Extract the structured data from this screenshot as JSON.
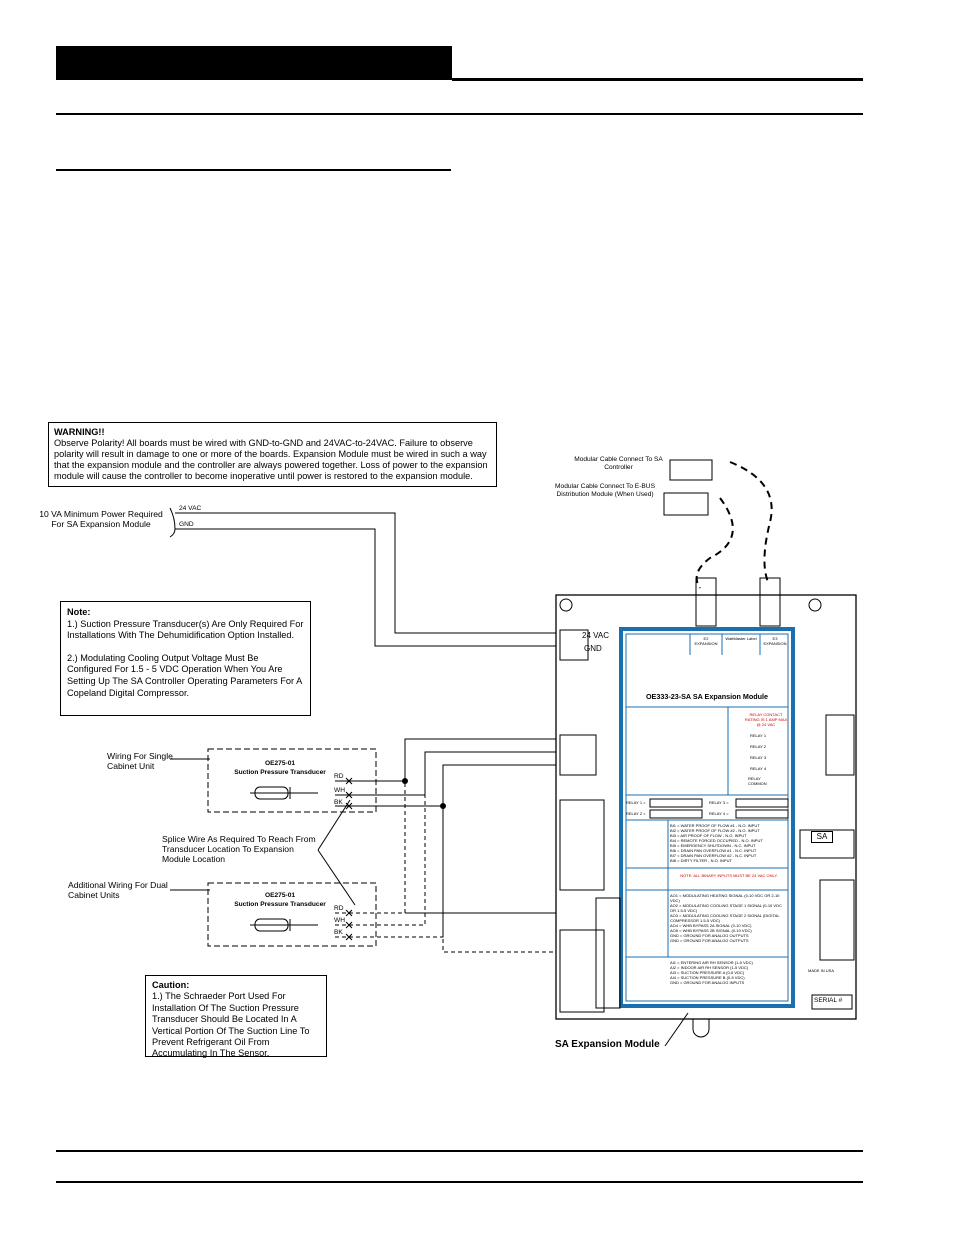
{
  "warning": {
    "title": "WARNING!!",
    "body": "Observe Polarity! All boards must be wired with GND-to-GND and 24VAC-to-24VAC. Failure to observe polarity will result in damage to one or more of the boards. Expansion Module must be wired in such a way that the expansion module and the controller are always powered together. Loss of power to the expansion module will cause the controller to become inoperative until power is restored to the expansion module."
  },
  "power": {
    "label": "10 VA Minimum Power Required For SA Expansion Module",
    "vac": "24 VAC",
    "gnd": "GND"
  },
  "note": {
    "title": "Note:",
    "line1": "1.) Suction Pressure Transducer(s) Are Only Required For Installations With The Dehumidification Option Installed.",
    "line2": "2.) Modulating Cooling Output Voltage Must Be Configured For 1.5 - 5 VDC Operation When You Are Setting Up The SA Controller Operating Parameters For A Copeland Digital Compressor."
  },
  "cables": {
    "modular1": "Modular Cable Connect To SA Controller",
    "modular2": "Modular Cable Connect To E-BUS Distribution Module (When Used)"
  },
  "wiring": {
    "single": "Wiring For Single Cabinet Unit",
    "dual": "Additional Wiring For Dual Cabinet Units",
    "splice": "Splice Wire As Required To Reach From Transducer Location To Expansion Module Location",
    "transducer_model": "OE275-01",
    "transducer_name": "Suction Pressure Transducer",
    "wire_rd": "RD",
    "wire_wh": "WH",
    "wire_bk": "BK"
  },
  "caution": {
    "title": "Caution:",
    "body": "1.) The Schraeder Port Used For Installation Of The Suction Pressure Transducer Should Be Located In A Vertical Portion Of The Suction Line To Prevent Refrigerant Oil From Accumulating In The Sensor."
  },
  "board": {
    "title": "OE333-23-SA  SA Expansion Module",
    "caption": "SA Expansion Module",
    "vac": "24 VAC",
    "gnd": "GND",
    "e2": "E2 EXPANSION",
    "e3": "E3 EXPANSION",
    "wattmaster": "WattMaster Label",
    "sa": "SA",
    "serial": "SERIAL #",
    "made_in": "MADE IN USA",
    "relay_contact": "RELAY CONTACT RATING IS 1 AMP MAX @ 24 VAC",
    "relays": [
      "RELAY 1",
      "RELAY 2",
      "RELAY 3",
      "RELAY 4"
    ],
    "relay_common": "RELAY COMMON",
    "relay_fields": [
      "RELAY 1 =",
      "RELAY 2 =",
      "RELAY 3 =",
      "RELAY 4 ="
    ],
    "binary_inputs": [
      "BI1 = WATER PROOF OF FLOW #1 - N.O. INPUT",
      "BI2 = WATER PROOF OF FLOW #2 - N.O. INPUT",
      "BI3 = AIR PROOF OF FLOW - N.O. INPUT",
      "BI4 = REMOTE FORCED OCCUPIED - N.O. INPUT",
      "BI5 = EMERGENCY SHUTDOWN - N.C. INPUT",
      "BI6 = DRAIN PAN OVERFLOW #1 - N.C. INPUT",
      "BI7 = DRAIN PAN OVERFLOW #2 - N.C. INPUT",
      "BI8 = DIRTY FILTER - N.O. INPUT"
    ],
    "binary_note": "NOTE: ALL BINARY INPUTS MUST BE 24 VAC ONLY.",
    "analog_outputs": [
      "AO1 = MODULATING HEATING SIGNAL (0-10 VDC OR 2-10 VDC)",
      "AO2 = MODULATING COOLING STAGE 1 SIGNAL (0-10 VDC OR 1.5-5 VDC)",
      "AO3 = MODULATING COOLING STAGE 2 SIGNAL (DIGITAL COMPRESSOR 1.5-5 VDC)",
      "AO4 = WHB BYPASS 2A SIGNAL (0-10 VDC)",
      "AO5 = WHB BYPASS 2B SIGNAL (0-10 VDC)",
      "GND = GROUND FOR ANALOG OUTPUTS",
      "GND = GROUND FOR ANALOG OUTPUTS"
    ],
    "analog_inputs": [
      "AI1 = ENTERING AIR RH SENSOR (1-5 VDC)",
      "AI2 = INDOOR AIR RH SENSOR (1-5 VDC)",
      "AI3 = SUCTION PRESSURE A (0-5 VDC)",
      "AI4 = SUCTION PRESSURE B (0-5 VDC)",
      "GND = GROUND FOR ANALOG INPUTS"
    ]
  }
}
